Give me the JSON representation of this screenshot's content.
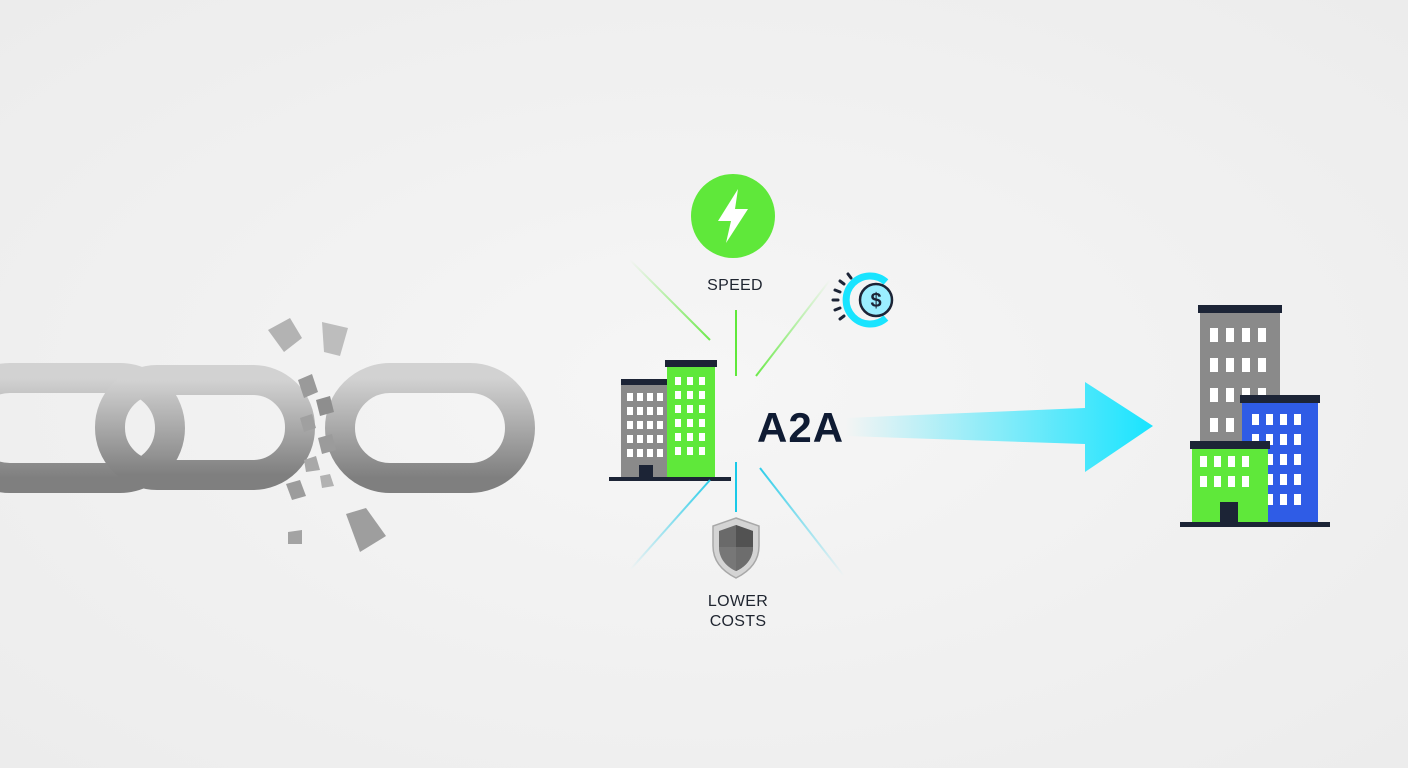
{
  "diagram": {
    "center_label": "A2A",
    "benefits": [
      {
        "label": "SPEED",
        "icon": "lightning-icon"
      },
      {
        "label": "LOWER COSTS",
        "icon": "shield-icon"
      },
      {
        "label": "",
        "icon": "dollar-coin-icon"
      }
    ],
    "lower_costs_lines": [
      "LOWER",
      "COSTS"
    ],
    "colors": {
      "green": "#5fe83a",
      "cyan": "#19e4ff",
      "blue": "#2f5ce6",
      "gray": "#8a8a8a",
      "navy": "#0f1b33"
    },
    "icons": {
      "broken_chain": "broken-chain-icon",
      "source_buildings": "source-buildings-icon",
      "target_buildings": "target-buildings-icon",
      "arrow": "arrow-right-icon"
    }
  }
}
